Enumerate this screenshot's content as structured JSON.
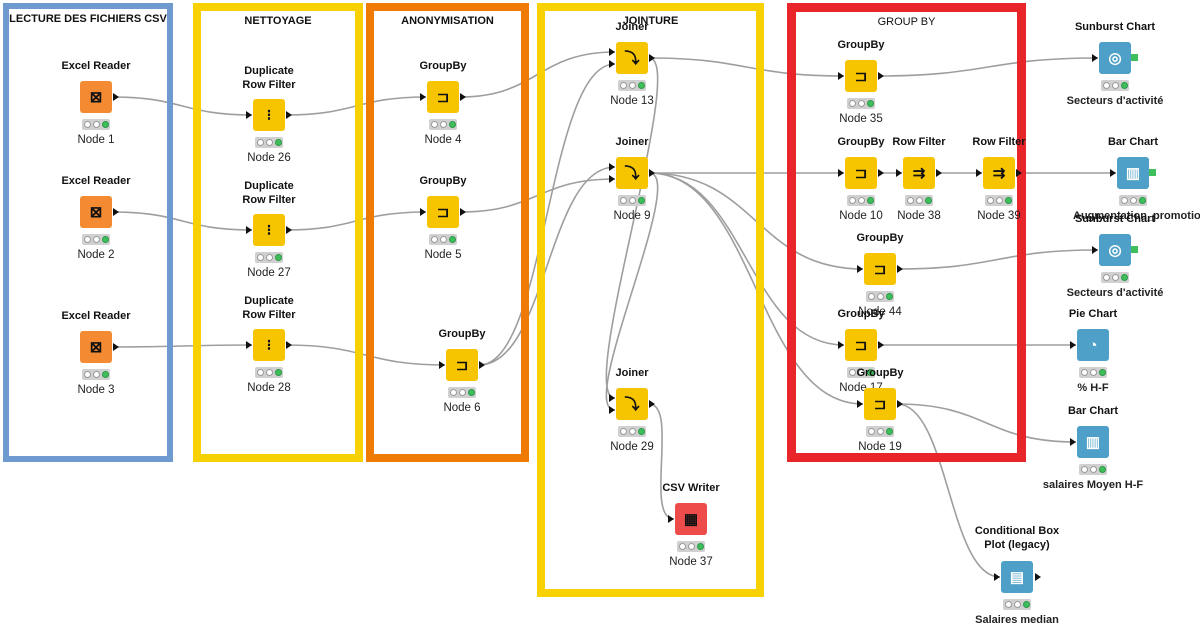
{
  "colors": {
    "lecture": "#6f9ad0",
    "nettoyage": "#f7d103",
    "anonymisation": "#f07b04",
    "jointure": "#f7d103",
    "groupby_box": "#e8262a",
    "reader": "#f48b33",
    "manipulator": "#f7c500",
    "view": "#4fa0c8",
    "writer": "#ee4b4b",
    "wire": "#9e9e9e"
  },
  "annotations": {
    "lecture": "LECTURE DES FICHIERS CSV",
    "nettoyage": "NETTOYAGE",
    "anonymisation": "ANONYMISATION",
    "jointure": "JOINTURE",
    "groupby": "GROUP BY"
  },
  "nodes": {
    "n1": {
      "label": "Excel Reader",
      "id": "Node 1",
      "kind": "reader",
      "icon": "excel-reader-icon"
    },
    "n2": {
      "label": "Excel Reader",
      "id": "Node 2",
      "kind": "reader",
      "icon": "excel-reader-icon"
    },
    "n3": {
      "label": "Excel Reader",
      "id": "Node 3",
      "kind": "reader",
      "icon": "excel-reader-icon"
    },
    "n26": {
      "label": "Duplicate\nRow Filter",
      "id": "Node 26",
      "kind": "manipulator",
      "icon": "duplicate-filter-icon"
    },
    "n27": {
      "label": "Duplicate\nRow Filter",
      "id": "Node 27",
      "kind": "manipulator",
      "icon": "duplicate-filter-icon"
    },
    "n28": {
      "label": "Duplicate\nRow Filter",
      "id": "Node 28",
      "kind": "manipulator",
      "icon": "duplicate-filter-icon"
    },
    "n4": {
      "label": "GroupBy",
      "id": "Node 4",
      "kind": "manipulator",
      "icon": "groupby-icon"
    },
    "n5": {
      "label": "GroupBy",
      "id": "Node 5",
      "kind": "manipulator",
      "icon": "groupby-icon"
    },
    "n6": {
      "label": "GroupBy",
      "id": "Node 6",
      "kind": "manipulator",
      "icon": "groupby-icon"
    },
    "n13": {
      "label": "Joiner",
      "id": "Node 13",
      "kind": "manipulator",
      "icon": "joiner-icon"
    },
    "n9": {
      "label": "Joiner",
      "id": "Node 9",
      "kind": "manipulator",
      "icon": "joiner-icon"
    },
    "n29": {
      "label": "Joiner",
      "id": "Node 29",
      "kind": "manipulator",
      "icon": "joiner-icon"
    },
    "n37": {
      "label": "CSV Writer",
      "id": "Node 37",
      "kind": "writer",
      "icon": "csv-writer-icon"
    },
    "n35": {
      "label": "GroupBy",
      "id": "Node 35",
      "kind": "manipulator",
      "icon": "groupby-icon"
    },
    "n10": {
      "label": "GroupBy",
      "id": "Node 10",
      "kind": "manipulator",
      "icon": "groupby-icon"
    },
    "n38": {
      "label": "Row Filter",
      "id": "Node 38",
      "kind": "manipulator",
      "icon": "row-filter-icon"
    },
    "n39": {
      "label": "Row Filter",
      "id": "Node 39",
      "kind": "manipulator",
      "icon": "row-filter-icon"
    },
    "n44": {
      "label": "GroupBy",
      "id": "Node 44",
      "kind": "manipulator",
      "icon": "groupby-icon"
    },
    "n17": {
      "label": "GroupBy",
      "id": "Node 17",
      "kind": "manipulator",
      "icon": "groupby-icon"
    },
    "n19": {
      "label": "GroupBy",
      "id": "Node 19",
      "kind": "manipulator",
      "icon": "groupby-icon"
    },
    "v1": {
      "label": "Sunburst Chart",
      "id": "Secteurs d'activité",
      "kind": "view",
      "icon": "sunburst-chart-icon"
    },
    "v2": {
      "label": "Bar Chart",
      "id": "Augmentation_promotion",
      "kind": "view",
      "icon": "bar-chart-icon"
    },
    "v3": {
      "label": "Sunburst Chart",
      "id": "Secteurs d'activité",
      "kind": "view",
      "icon": "sunburst-chart-icon"
    },
    "v4": {
      "label": "Pie Chart",
      "id": "% H-F",
      "kind": "view",
      "icon": "pie-chart-icon"
    },
    "v5": {
      "label": "Bar Chart",
      "id": "salaires Moyen H-F",
      "kind": "view",
      "icon": "bar-chart-icon"
    },
    "v6": {
      "label": "Conditional Box\nPlot (legacy)",
      "id": "Salaires median",
      "kind": "view",
      "icon": "box-plot-icon"
    }
  }
}
